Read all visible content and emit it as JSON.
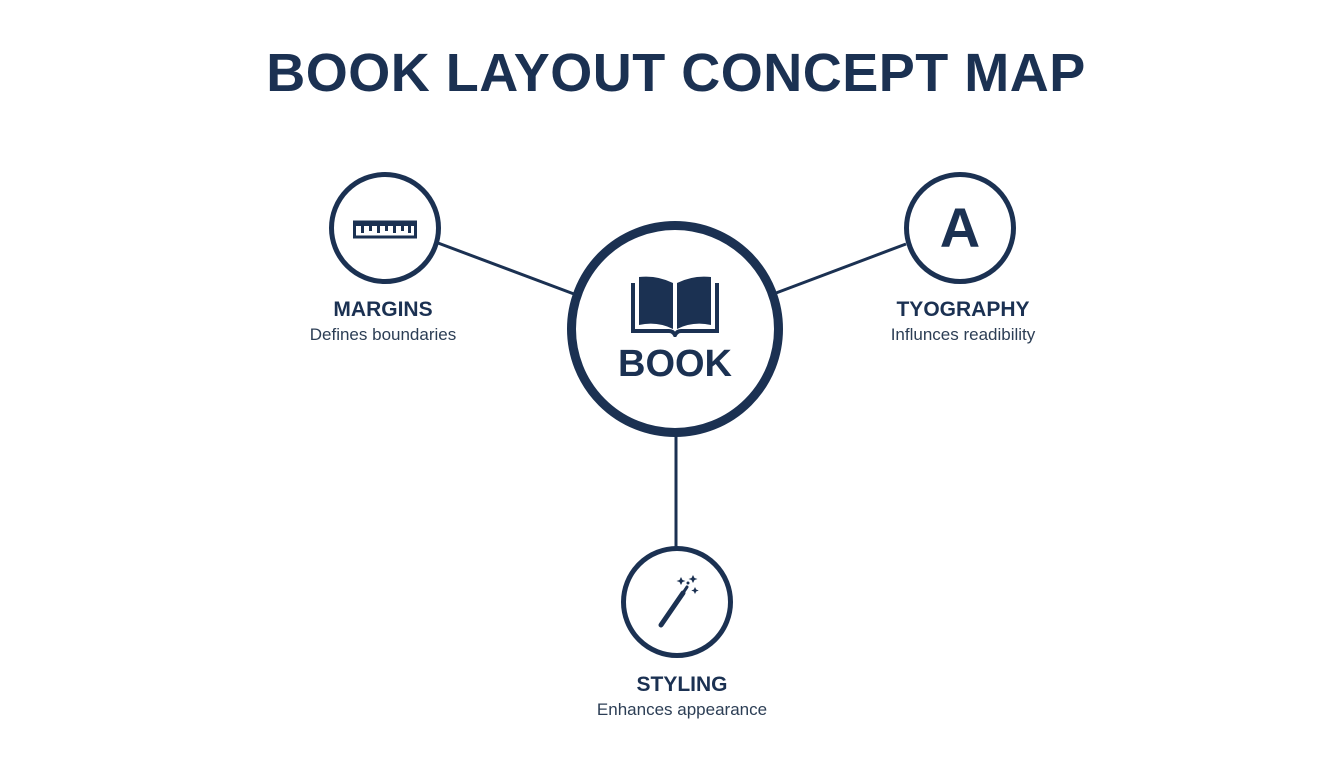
{
  "title": "BOOK LAYOUT CONCEPT MAP",
  "colors": {
    "primary": "#1b3152",
    "background": "#ffffff"
  },
  "center": {
    "label": "BOOK",
    "icon": "open-book-icon"
  },
  "nodes": [
    {
      "id": "margins",
      "label": "MARGINS",
      "description": "Defines boundaries",
      "icon": "ruler-icon"
    },
    {
      "id": "typography",
      "label": "TYOGRAPHY",
      "description": "Influnces readibility",
      "icon": "letter-a-icon",
      "icon_text": "A"
    },
    {
      "id": "styling",
      "label": "STYLING",
      "description": "Enhances appearance",
      "icon": "magic-wand-icon"
    }
  ]
}
